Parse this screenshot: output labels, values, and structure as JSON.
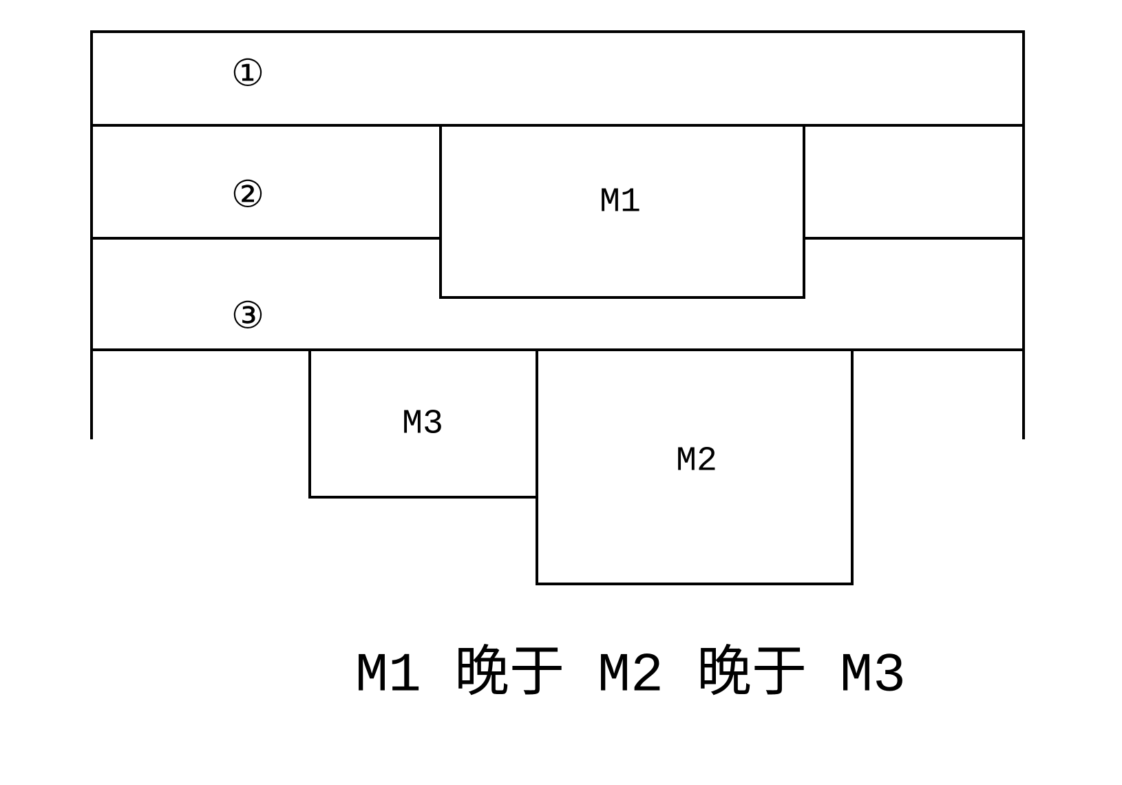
{
  "layers": [
    {
      "id": "layer-1",
      "label": "①"
    },
    {
      "id": "layer-2",
      "label": "②"
    },
    {
      "id": "layer-3",
      "label": "③"
    }
  ],
  "features": [
    {
      "id": "feature-m1",
      "label": "M1"
    },
    {
      "id": "feature-m2",
      "label": "M2"
    },
    {
      "id": "feature-m3",
      "label": "M3"
    }
  ],
  "caption": "M1 晚于 M2 晚于 M3",
  "colors": {
    "stroke": "#000000",
    "background": "#ffffff"
  }
}
